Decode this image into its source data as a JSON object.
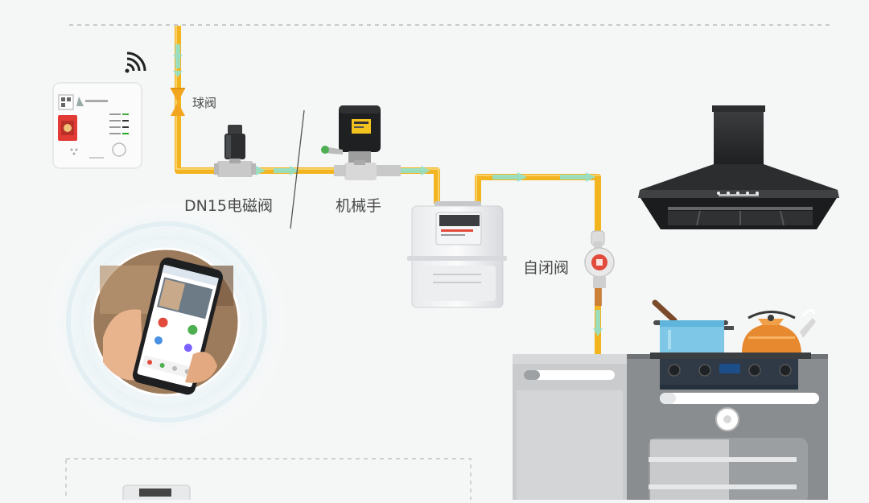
{
  "labels": {
    "ball_valve": "球阀",
    "solenoid_valve": "DN15电磁阀",
    "manipulator": "机械手",
    "self_closing_valve": "自闭阀"
  },
  "device": {
    "meter_reading": "",
    "stove_display": ""
  },
  "colors": {
    "background": "#f5f6f6",
    "pipe": "#f2b41f",
    "flow_arrow": "#8de3d6",
    "hood": "#2b2d2e",
    "cabinet": "#c9cbcd",
    "stove_panel": "#8a8d90",
    "pot": "#7ec7e6",
    "kettle": "#e6892f",
    "valve_red": "#e24a3b",
    "text": "#4a4a4a"
  },
  "icons": {
    "wifi": "wifi-icon",
    "flow": "flow-arrow-icon"
  }
}
